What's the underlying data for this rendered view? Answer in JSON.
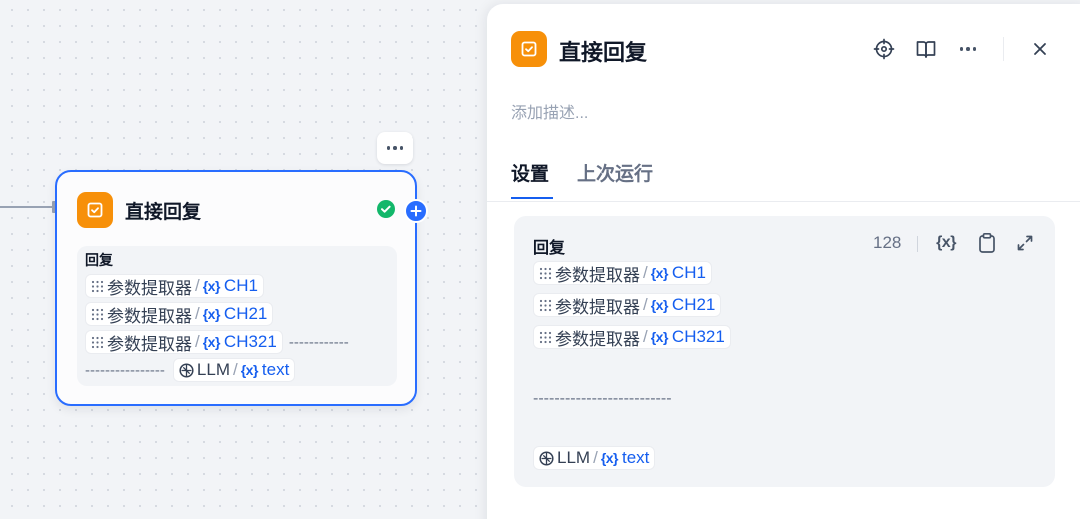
{
  "canvas": {
    "node": {
      "title": "直接回复",
      "label": "回复",
      "refs": [
        {
          "source": "参数提取器",
          "var": "CH1"
        },
        {
          "source": "参数提取器",
          "var": "CH21"
        },
        {
          "source": "参数提取器",
          "var": "CH321"
        }
      ],
      "dashes_inline": "------------",
      "dashes_line": "----------------",
      "llm_ref": {
        "source": "LLM",
        "var": "text"
      }
    }
  },
  "panel": {
    "title": "直接回复",
    "description_placeholder": "添加描述...",
    "tabs": [
      {
        "label": "设置",
        "active": true
      },
      {
        "label": "上次运行",
        "active": false
      }
    ],
    "editor": {
      "label": "回复",
      "count": "128",
      "var_button": "{x}",
      "refs": [
        {
          "source": "参数提取器",
          "var": "CH1"
        },
        {
          "source": "参数提取器",
          "var": "CH21"
        },
        {
          "source": "参数提取器",
          "var": "CH321"
        }
      ],
      "dashes": "--------------------------",
      "llm_ref": {
        "source": "LLM",
        "var": "text"
      }
    }
  },
  "common": {
    "sep": "/",
    "var_glyph": "{x}"
  },
  "icons": [
    "reply-icon",
    "more-icon",
    "check-circle-icon",
    "plus-icon",
    "locate-icon",
    "book-icon",
    "close-icon",
    "clipboard-icon",
    "expand-icon",
    "grid-icon",
    "llm-icon"
  ],
  "colors": {
    "accent": "#296dff",
    "node_icon": "#f79009",
    "success": "#12b76a",
    "var_text": "#155eef"
  }
}
